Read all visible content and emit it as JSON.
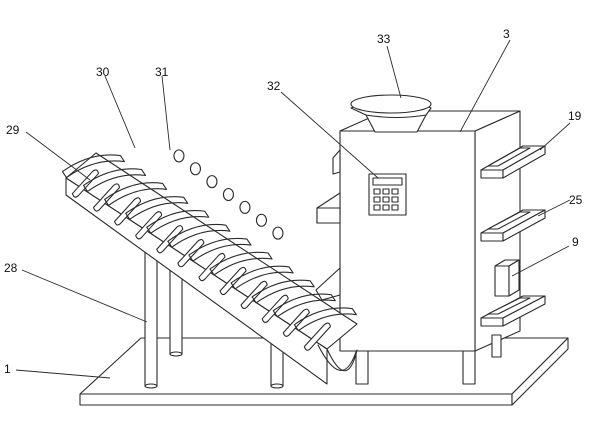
{
  "labels": {
    "n1": "1",
    "n3": "3",
    "n9": "9",
    "n19": "19",
    "n25": "25",
    "n28": "28",
    "n29": "29",
    "n30": "30",
    "n31": "31",
    "n32": "32",
    "n33": "33"
  }
}
